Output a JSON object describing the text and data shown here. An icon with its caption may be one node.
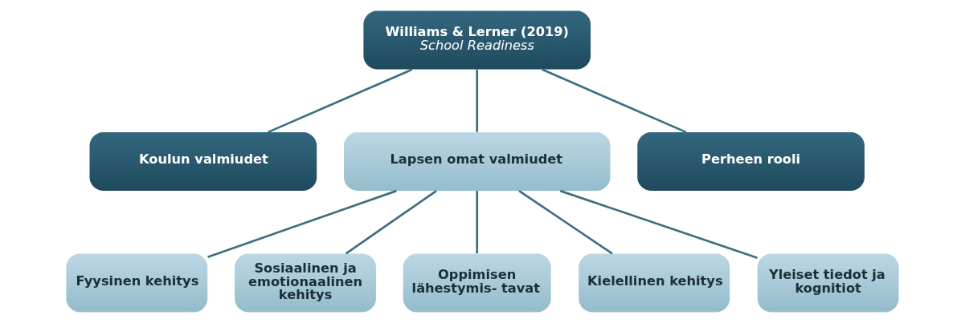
{
  "diagram": {
    "nodes": [
      {
        "text": [
          "Williams & Lerner (2019)",
          "School Readiness"
        ]
      },
      {
        "text": [
          "Koulun valmiudet"
        ]
      },
      {
        "text": [
          "Lapsen omat valmiudet"
        ]
      },
      {
        "text": [
          "Perheen rooli"
        ]
      },
      {
        "text": [
          "Fyysinen kehitys"
        ]
      },
      {
        "text": [
          "Sosiaalinen ja emotionaalinen kehitys"
        ]
      },
      {
        "text": [
          "Oppimisen lähestymis- tavat"
        ]
      },
      {
        "text": [
          "Kielellinen kehitys"
        ]
      },
      {
        "text": [
          "Yleiset tiedot ja kognitiot"
        ]
      }
    ],
    "edges": [
      {
        "from": 0,
        "to": 1,
        "arrow": "none"
      },
      {
        "from": 0,
        "to": 2,
        "arrow": "none"
      },
      {
        "from": 0,
        "to": 3,
        "arrow": "none"
      },
      {
        "from": 2,
        "to": 4,
        "arrow": "none"
      },
      {
        "from": 2,
        "to": 5,
        "arrow": "none"
      },
      {
        "from": 2,
        "to": 6,
        "arrow": "none"
      },
      {
        "from": 2,
        "to": 7,
        "arrow": "none"
      },
      {
        "from": 2,
        "to": 8,
        "arrow": "none"
      }
    ]
  }
}
